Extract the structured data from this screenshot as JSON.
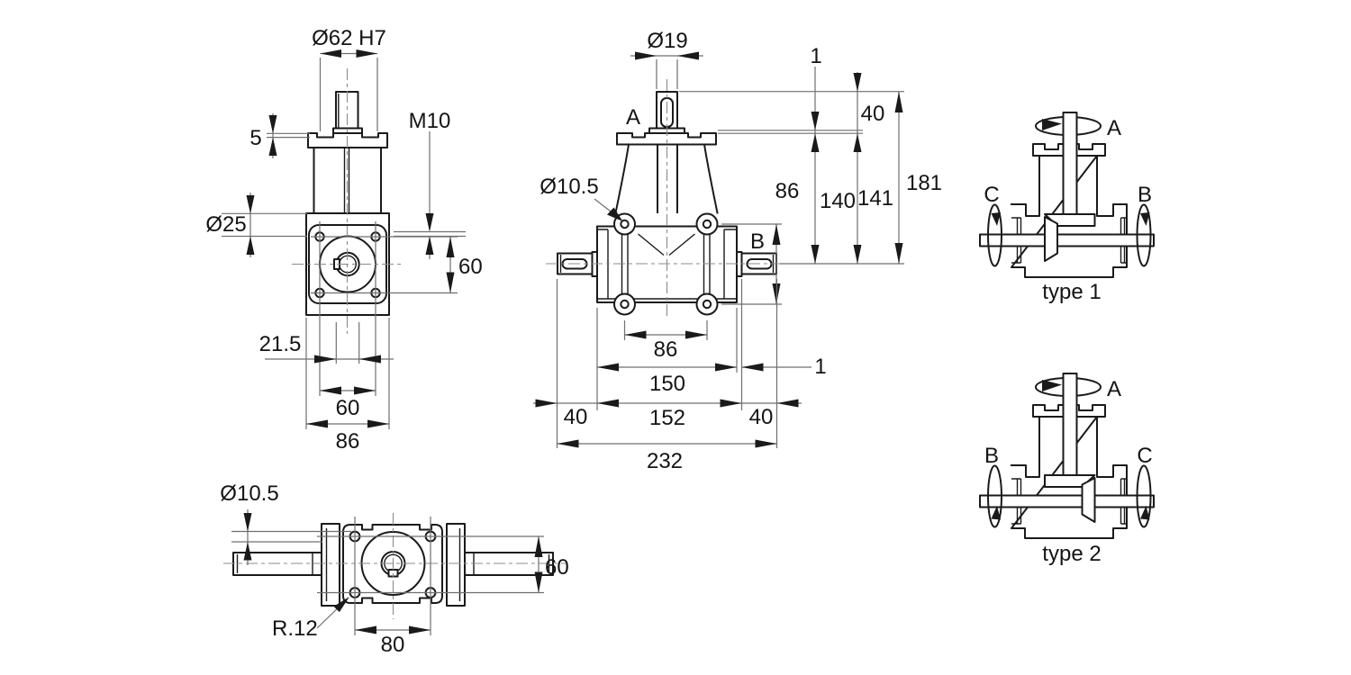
{
  "side_view": {
    "dia62": "Ø62 H7",
    "lip5": "5",
    "m10": "M10",
    "dia25": "Ø25",
    "v60": "60",
    "d215": "21.5",
    "h60": "60",
    "h86": "86"
  },
  "front_view": {
    "dia19": "Ø19",
    "axis_a": "A",
    "dia105": "Ø10.5",
    "axis_b": "B",
    "v86": "86",
    "gap1": "1",
    "v40": "40",
    "v140": "140",
    "v141": "141",
    "v181": "181",
    "h86": "86",
    "h150": "150",
    "gap1r": "1",
    "h40l": "40",
    "h152": "152",
    "h40r": "40",
    "h232": "232"
  },
  "top_view": {
    "dia105": "Ø10.5",
    "v60": "60",
    "r12": "R.12",
    "h80": "80"
  },
  "schematics": {
    "type1": {
      "a": "A",
      "b": "B",
      "c": "C",
      "caption": "type 1"
    },
    "type2": {
      "a": "A",
      "b": "B",
      "c": "C",
      "caption": "type 2"
    }
  }
}
